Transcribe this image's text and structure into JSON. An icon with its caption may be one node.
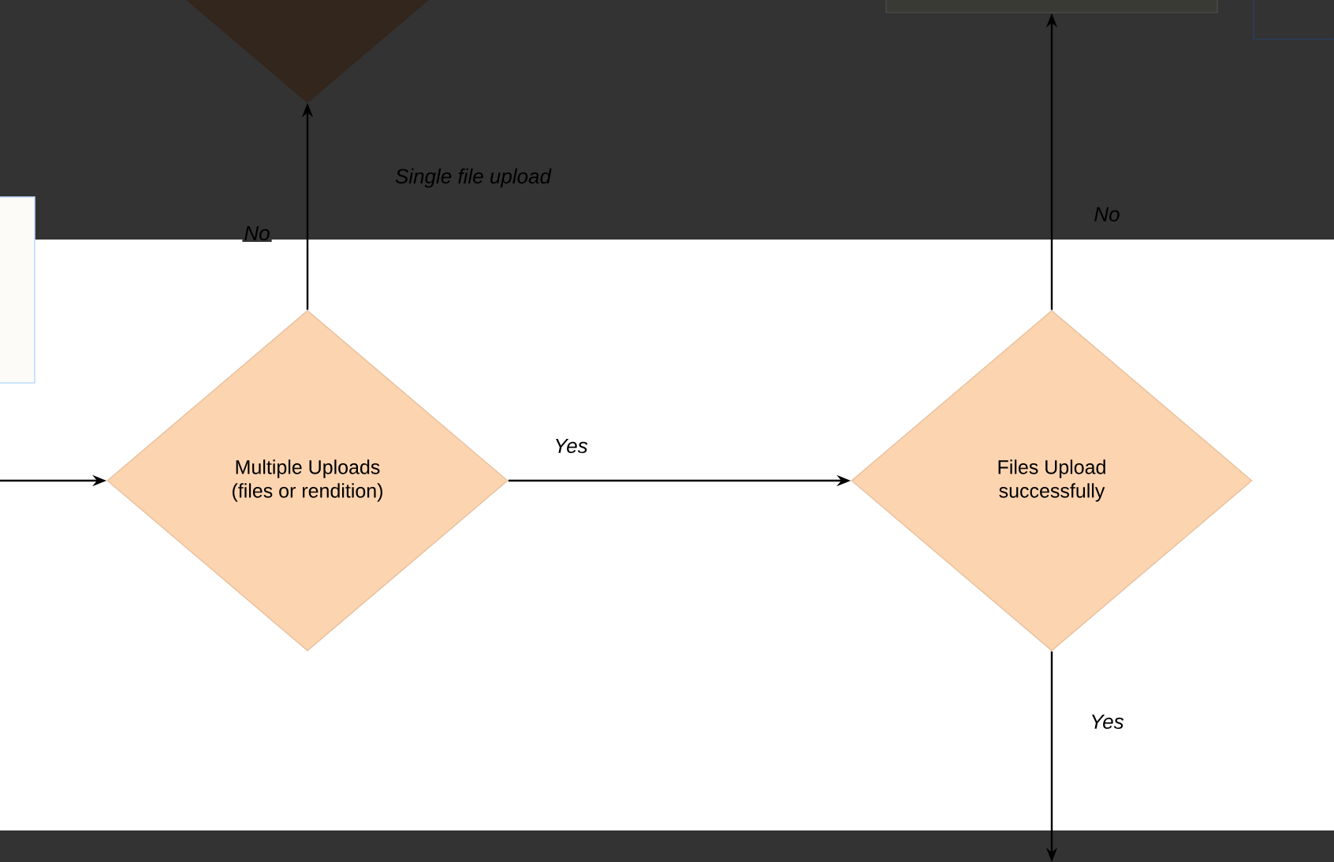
{
  "diagram": {
    "nodes": [
      {
        "text": [],
        "shape": "diamond"
      },
      {
        "text": [],
        "shape": "box"
      },
      {
        "text": [],
        "shape": "box"
      },
      {
        "text": [],
        "shape": "box"
      },
      {
        "text": [
          "Multiple Uploads (files or rendition)"
        ]
      },
      {
        "text": [
          "Files Upload successfully"
        ]
      }
    ],
    "edges": [
      {
        "from": null,
        "to": 4,
        "arrow": "to"
      },
      {
        "from": 4,
        "to": 0,
        "arrow": "to",
        "label": "No"
      },
      {
        "from": 4,
        "to": 5,
        "arrow": "to",
        "label": "Yes"
      },
      {
        "from": 5,
        "to": 1,
        "arrow": "to",
        "label": "No"
      },
      {
        "from": 5,
        "to": null,
        "arrow": "to",
        "label": "Yes"
      }
    ],
    "labels": [
      "Single file upload"
    ]
  }
}
